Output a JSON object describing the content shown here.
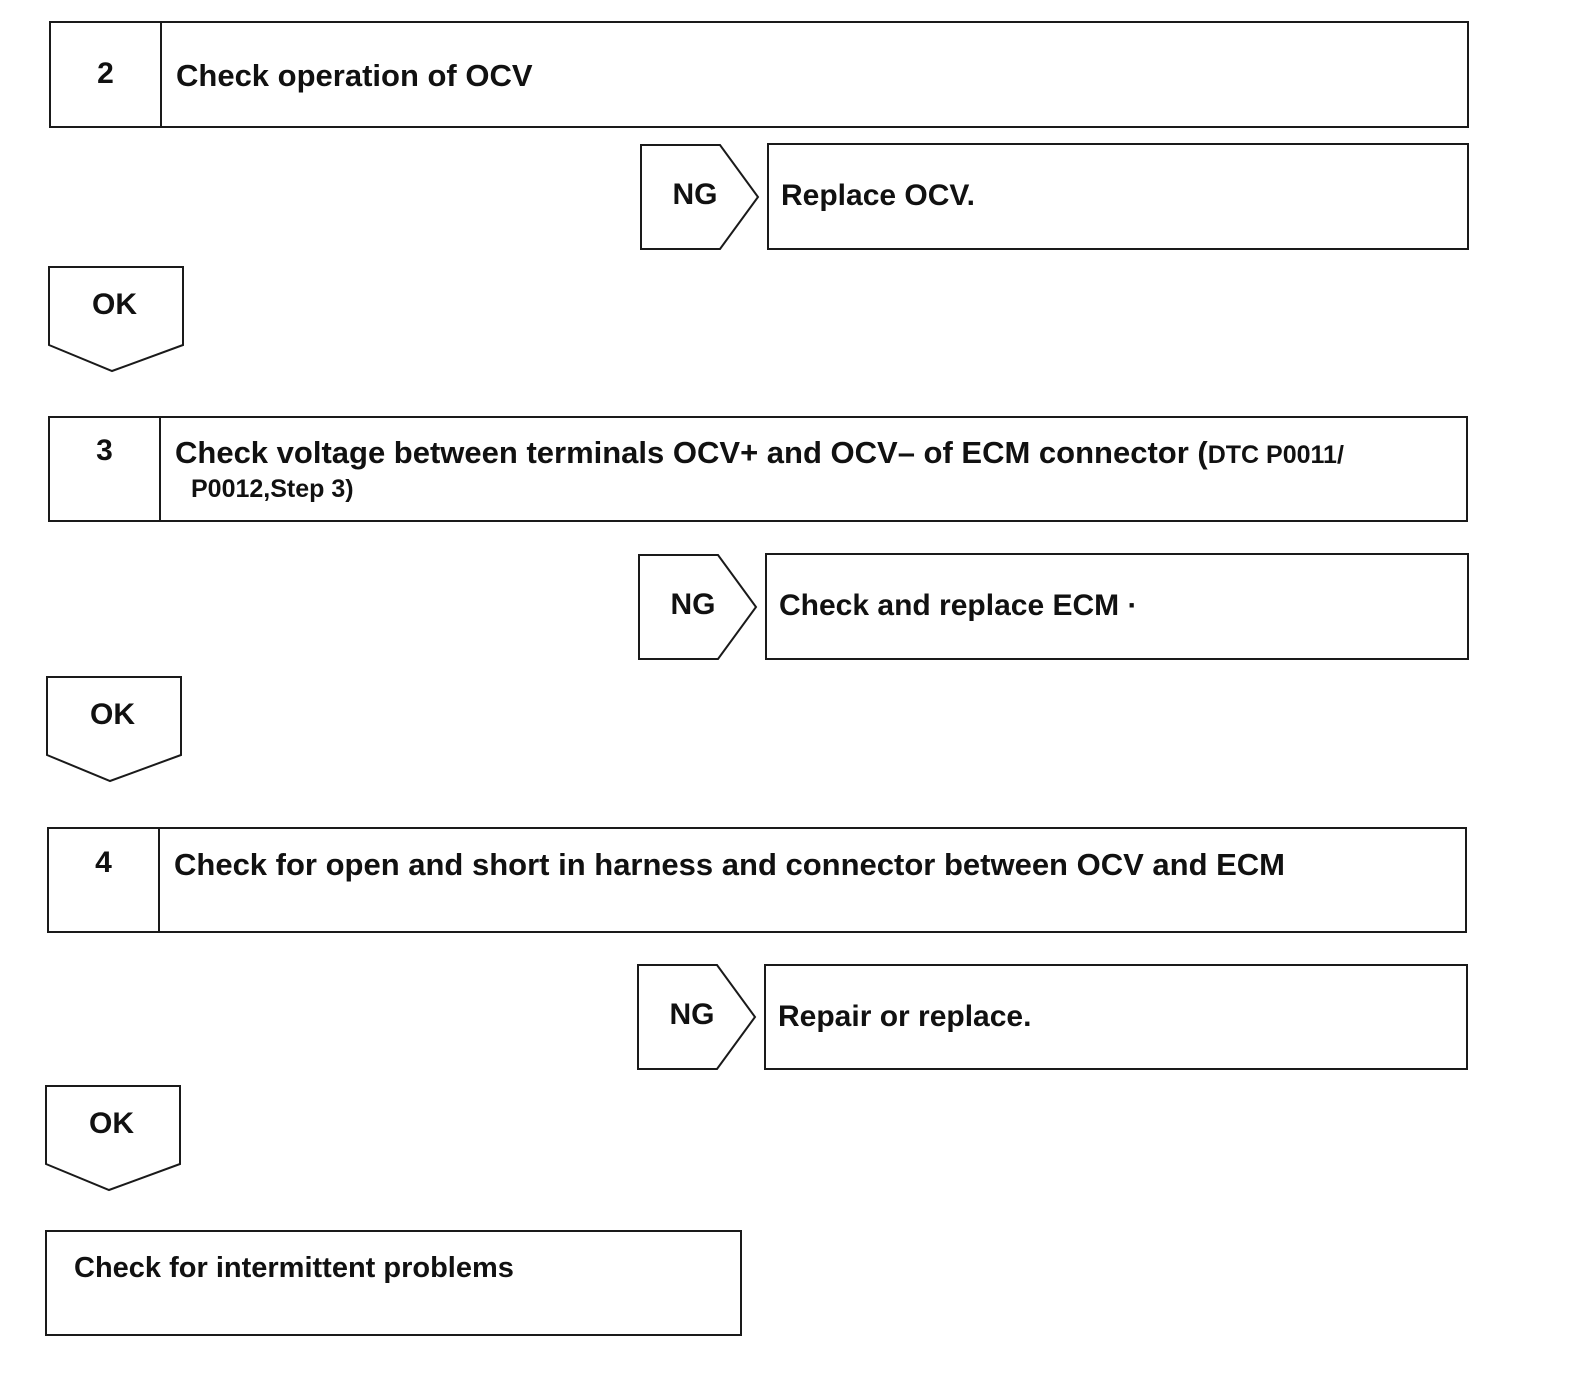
{
  "steps": [
    {
      "number": "2",
      "title": "Check operation of OCV",
      "ng_label": "NG",
      "ng_action": "Replace OCV.",
      "ok_label": "OK"
    },
    {
      "number": "3",
      "title": "Check voltage between terminals OCV+ and OCV– of ECM connector (",
      "title_ref_1": "DTC P0011/",
      "title_ref_2": "P0012,Step 3)",
      "ng_label": "NG",
      "ng_action": "Check and replace ECM ·",
      "ok_label": "OK"
    },
    {
      "number": "4",
      "title": "Check for open and short in harness and connector between OCV and ECM",
      "ng_label": "NG",
      "ng_action": "Repair or replace.",
      "ok_label": "OK"
    }
  ],
  "final": {
    "text": "Check for intermittent problems"
  }
}
